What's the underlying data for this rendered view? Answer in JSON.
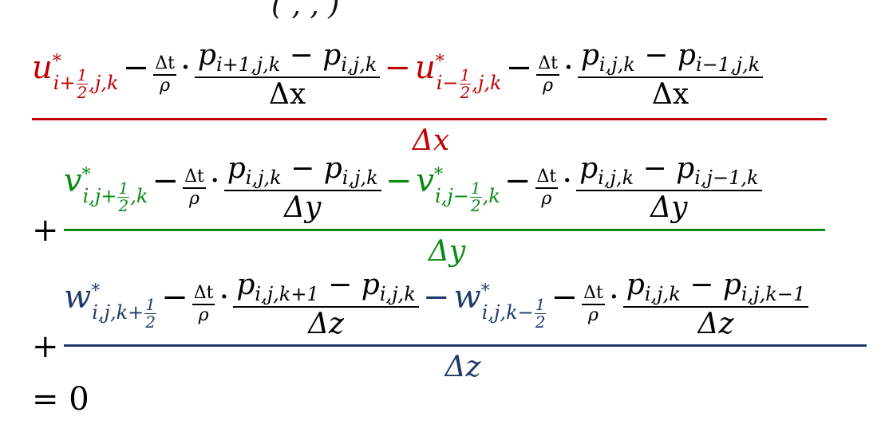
{
  "top_fragment": "(  ,  ,  )",
  "line_x": {
    "u_plus": "u",
    "u_plus_sub_pre": "i+",
    "u_plus_sub_post": ",j,k",
    "u_minus": "u",
    "u_minus_sub_pre": "i−",
    "u_minus_sub_post": ",j,k",
    "minus": "−",
    "dt": "Δt",
    "rho": "ρ",
    "dot": "·",
    "frac1_num": "pᵢ₊₁,ⱼ,ₖ − pᵢ,ⱼ,ₖ",
    "frac1_num_text": "p_{i+1,j,k} − p_{i,j,k}",
    "frac1_den": "Δx",
    "frac2_num_text": "p_{i,j,k} − p_{i−1,j,k}",
    "frac2_den": "Δx",
    "main_den": "Δx",
    "color": "#c00000"
  },
  "line_y": {
    "v_plus": "v",
    "v_plus_sub_pre": "i,j+",
    "v_plus_sub_post": ",k",
    "v_minus": "v",
    "v_minus_sub_pre": "i,j−",
    "v_minus_sub_post": ",k",
    "minus": "−",
    "dt": "Δt",
    "rho": "ρ",
    "dot": "·",
    "frac1_num_text": "p_{i,j,k} − p_{i,j,k}",
    "frac1_den": "Δy",
    "frac2_num_text": "p_{i,j,k} − p_{i,j−1,k}",
    "frac2_den": "Δy",
    "main_den": "Δy",
    "plus": "+",
    "color": "#0a8a14"
  },
  "line_z": {
    "w_plus": "w",
    "w_plus_sub_pre": "i,j,k+",
    "w_minus": "w",
    "w_minus_sub_pre": "i,j,k−",
    "minus": "−",
    "dt": "Δt",
    "rho": "ρ",
    "dot": "·",
    "frac1_num_text": "p_{i,j,k+1} − p_{i,j,k}",
    "frac1_den": "Δz",
    "frac2_num_text": "p_{i,j,k} − p_{i,j,k−1}",
    "frac2_den": "Δz",
    "main_den": "Δz",
    "plus": "+",
    "color": "#1f3a68"
  },
  "half": {
    "n": "1",
    "d": "2"
  },
  "star": "*",
  "equals_zero": "= 0"
}
